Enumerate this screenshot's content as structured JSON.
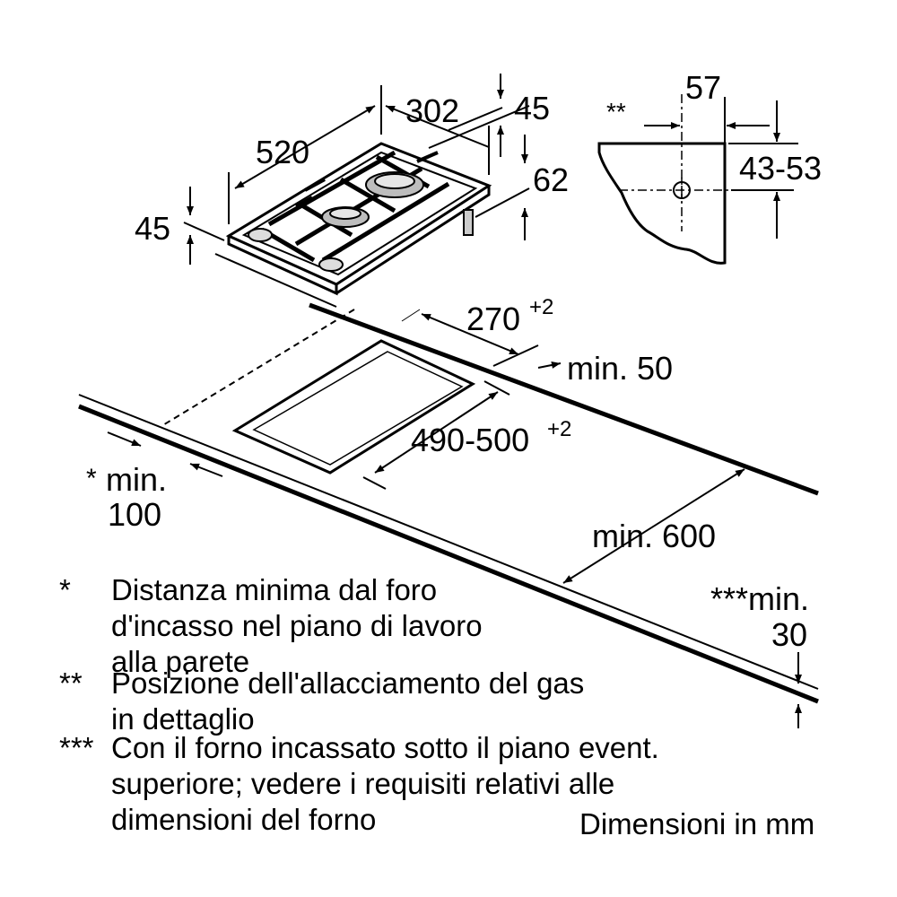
{
  "dimensions": {
    "hob_depth": "520",
    "hob_width": "302",
    "height_top": "45",
    "height_left": "45",
    "height_right": "62",
    "gas_offset": "57",
    "gas_height": "43-53",
    "gas_marker": "**",
    "cutout_width": "270",
    "cutout_width_tol": "+2",
    "cutout_depth": "490-500",
    "cutout_depth_tol": "+2",
    "rear_clearance": "min. 50",
    "front_clearance_star": "*",
    "front_clearance": "min.",
    "front_clearance_value": "100",
    "wall_clearance": "min. 600",
    "under_clearance": "***min.",
    "under_clearance_value": "30"
  },
  "notes": [
    {
      "mark": "*",
      "lines": [
        "Distanza minima dal foro",
        "d'incasso nel piano di lavoro",
        "alla parete"
      ]
    },
    {
      "mark": "**",
      "lines": [
        "Posizione dell'allacciamento del gas",
        "in dettaglio"
      ]
    },
    {
      "mark": "***",
      "lines": [
        "Con il forno incassato sotto il piano event.",
        "superiore; vedere i requisiti relativi alle",
        "dimensioni del forno"
      ]
    }
  ],
  "units_label": "Dimensioni in mm"
}
